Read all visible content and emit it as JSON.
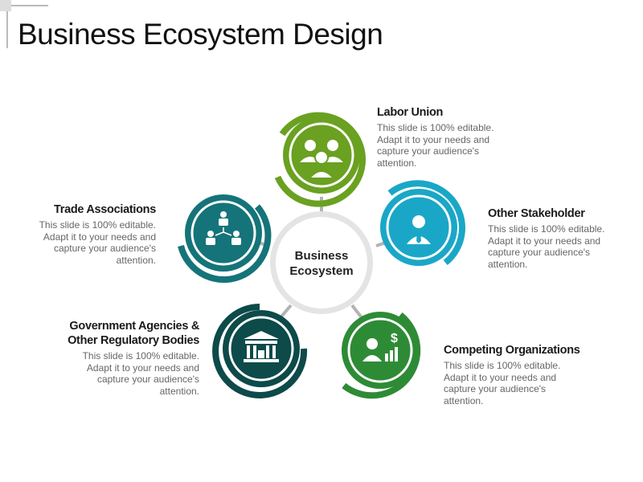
{
  "title": "Business Ecosystem Design",
  "center": {
    "line1": "Business",
    "line2": "Ecosystem"
  },
  "nodes": [
    {
      "id": "labor-union",
      "title": "Labor Union",
      "desc": "This slide is 100% editable. Adapt it to your needs and capture your audience's attention.",
      "color": "#6aa121",
      "icon": "people-group-icon"
    },
    {
      "id": "other-stakeholder",
      "title": "Other Stakeholder",
      "desc": "This slide is 100% editable. Adapt it to your needs and capture your audience's attention.",
      "color": "#1aa7c7",
      "icon": "businessman-icon"
    },
    {
      "id": "competing-organizations",
      "title": "Competing Organizations",
      "desc": "This slide is 100% editable. Adapt it to your needs and capture your audience's attention.",
      "color": "#2e8b35",
      "icon": "person-dollar-chart-icon"
    },
    {
      "id": "government-agencies",
      "title_line1": "Government Agencies &",
      "title_line2": "Other Regulatory Bodies",
      "desc": "This slide is 100% editable. Adapt it to your needs and capture your audience's attention.",
      "color": "#0d4a4a",
      "icon": "government-building-icon"
    },
    {
      "id": "trade-associations",
      "title": "Trade Associations",
      "desc": "This slide is 100% editable. Adapt it to your needs and capture your audience's attention.",
      "color": "#157479",
      "icon": "org-hierarchy-icon"
    }
  ]
}
